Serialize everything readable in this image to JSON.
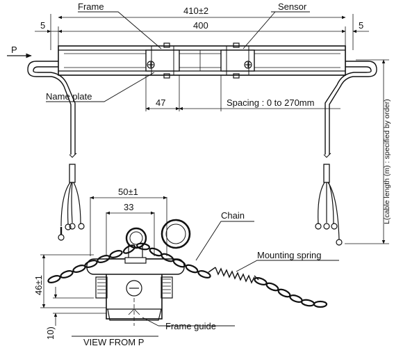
{
  "labels": {
    "frame": "Frame",
    "sensor": "Sensor",
    "name_plate": "Name plate",
    "chain": "Chain",
    "mounting_spring": "Mounting spring",
    "frame_guide": "Frame guide",
    "view_from_p": "VIEW FROM P",
    "p_marker": "P"
  },
  "dimensions": {
    "overall_width": "410±2",
    "inner_width": "400",
    "left_margin": "5",
    "right_margin": "5",
    "sensor_width": "47",
    "spacing": "Spacing : 0 to 270mm",
    "cable_length": "L(cable length (m) : specified by order)",
    "side_width": "50±1",
    "side_inner_width": "33",
    "height": "46±1",
    "bottom": "10)"
  }
}
